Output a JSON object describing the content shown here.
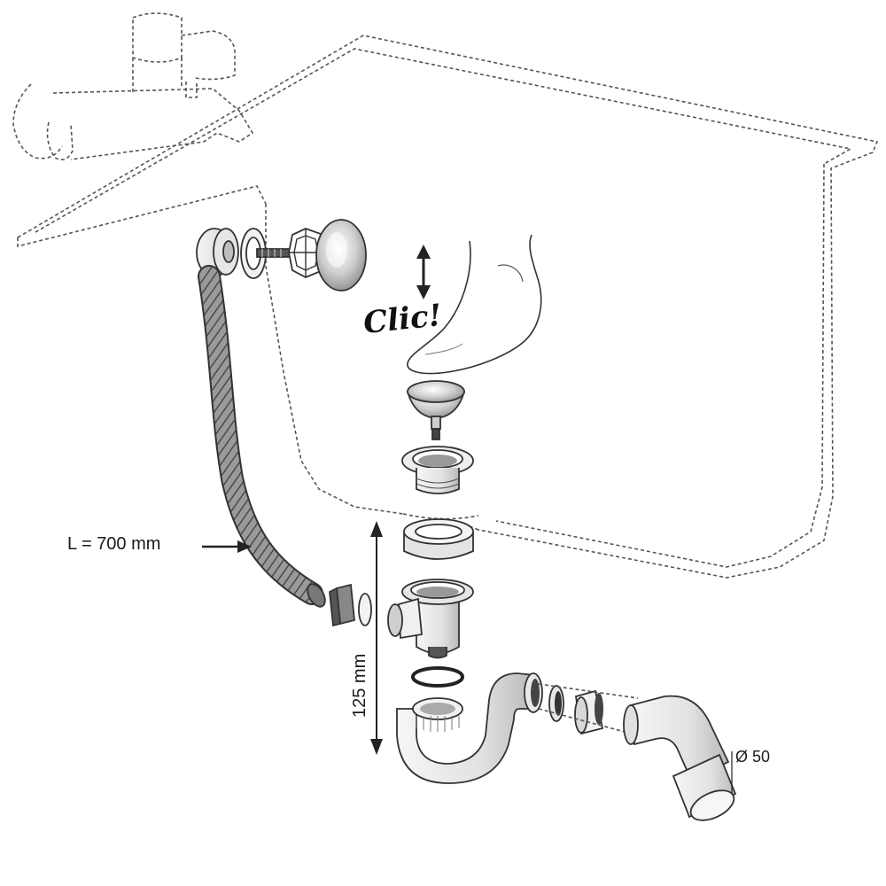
{
  "labels": {
    "hose_length": "L = 700 mm",
    "height": "125 mm",
    "diameter": "Ø 50",
    "click": "Clic!"
  },
  "colors": {
    "line": "#333333",
    "part_light": "#e9e9e9",
    "part_mid": "#bdbdbd",
    "metal": "#cfcfcf"
  }
}
